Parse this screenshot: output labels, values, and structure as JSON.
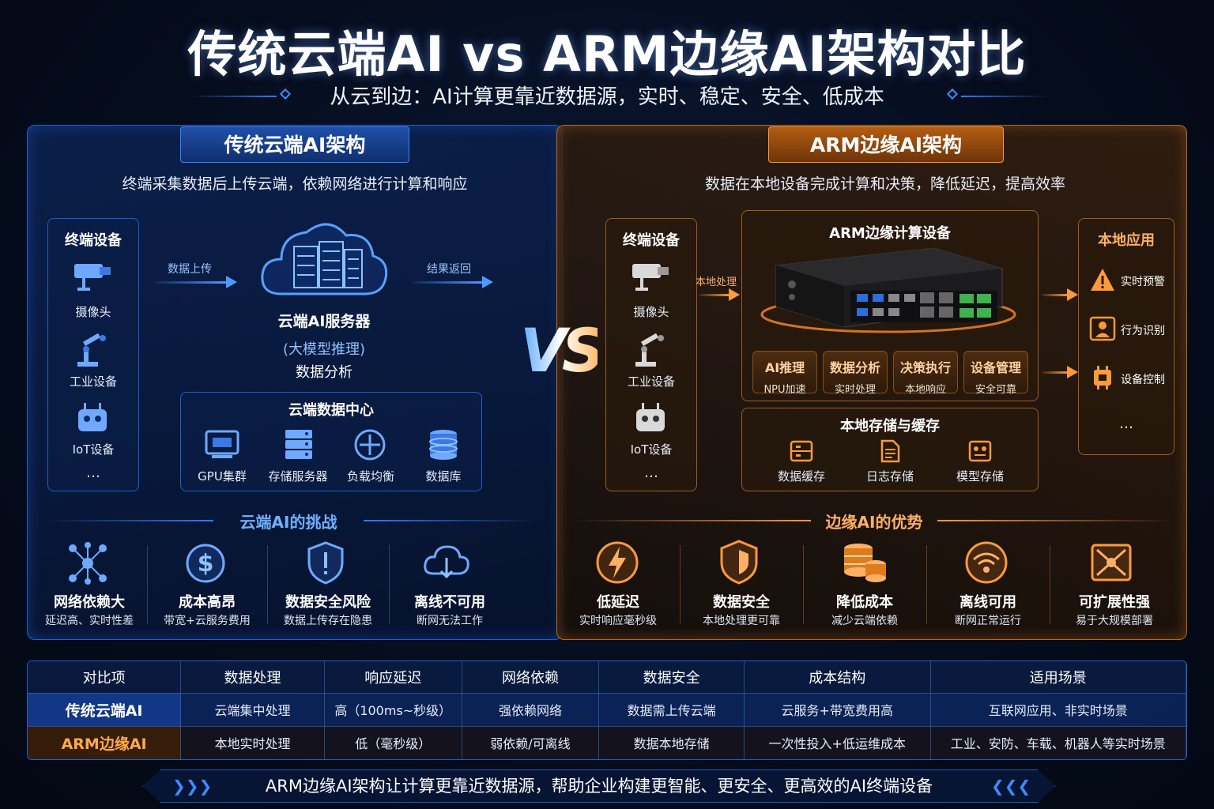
{
  "header": {
    "title": "传统云端AI vs ARM边缘AI架构对比",
    "subtitle": "从云到边：AI计算更靠近数据源，实时、稳定、安全、低成本"
  },
  "vs_label": "VS",
  "cloud": {
    "tab": "传统云端AI架构",
    "desc": "终端采集数据后上传云端，依赖网络进行计算和响应",
    "devices_title": "终端设备",
    "devices": [
      "摄像头",
      "工业设备",
      "IoT设备"
    ],
    "more": "…",
    "arrow_up": "数据上传",
    "arrow_back": "结果返回",
    "server_label": "云端AI服务器",
    "server_sub1": "(大模型推理)",
    "server_sub2": "数据分析",
    "dc_title": "云端数据中心",
    "dc_items": [
      "GPU集群",
      "存储服务器",
      "负载均衡",
      "数据库"
    ],
    "challenges_title": "云端AI的挑战",
    "challenges": [
      {
        "title": "网络依赖大",
        "sub": "延迟高、实时性差"
      },
      {
        "title": "成本高昂",
        "sub": "带宽+云服务费用"
      },
      {
        "title": "数据安全风险",
        "sub": "数据上传存在隐患"
      },
      {
        "title": "离线不可用",
        "sub": "断网无法工作"
      }
    ]
  },
  "edge": {
    "tab": "ARM边缘AI架构",
    "desc": "数据在本地设备完成计算和决策，降低延迟，提高效率",
    "devices_title": "终端设备",
    "devices": [
      "摄像头",
      "工业设备",
      "IoT设备"
    ],
    "more": "…",
    "arrow_local": "本地处理",
    "device_title": "ARM边缘计算设备",
    "features": [
      {
        "title": "AI推理",
        "sub": "NPU加速"
      },
      {
        "title": "数据分析",
        "sub": "实时处理"
      },
      {
        "title": "决策执行",
        "sub": "本地响应"
      },
      {
        "title": "设备管理",
        "sub": "安全可靠"
      }
    ],
    "storage_title": "本地存储与缓存",
    "storage_items": [
      "数据缓存",
      "日志存储",
      "模型存储"
    ],
    "apps_title": "本地应用",
    "apps": [
      "实时预警",
      "行为识别",
      "设备控制"
    ],
    "apps_more": "…",
    "advantages_title": "边缘AI的优势",
    "advantages": [
      {
        "title": "低延迟",
        "sub": "实时响应毫秒级"
      },
      {
        "title": "数据安全",
        "sub": "本地处理更可靠"
      },
      {
        "title": "降低成本",
        "sub": "减少云端依赖"
      },
      {
        "title": "离线可用",
        "sub": "断网正常运行"
      },
      {
        "title": "可扩展性强",
        "sub": "易于大规模部署"
      }
    ]
  },
  "table": {
    "headers": [
      "对比项",
      "数据处理",
      "响应延迟",
      "网络依赖",
      "数据安全",
      "成本结构",
      "适用场景"
    ],
    "rows": [
      [
        "传统云端AI",
        "云端集中处理",
        "高（100ms~秒级）",
        "强依赖网络",
        "数据需上传云端",
        "云服务+带宽费用高",
        "互联网应用、非实时场景"
      ],
      [
        "ARM边缘AI",
        "本地实时处理",
        "低（毫秒级）",
        "弱依赖/可离线",
        "数据本地存储",
        "一次性投入+低运维成本",
        "工业、安防、车载、机器人等实时场景"
      ]
    ]
  },
  "footer": "ARM边缘AI架构让计算更靠近数据源，帮助企业构建更智能、更安全、更高效的AI终端设备",
  "colors": {
    "blue_accent": "#3d8bff",
    "orange_accent": "#ff9a3b",
    "background": "#050c1c"
  }
}
